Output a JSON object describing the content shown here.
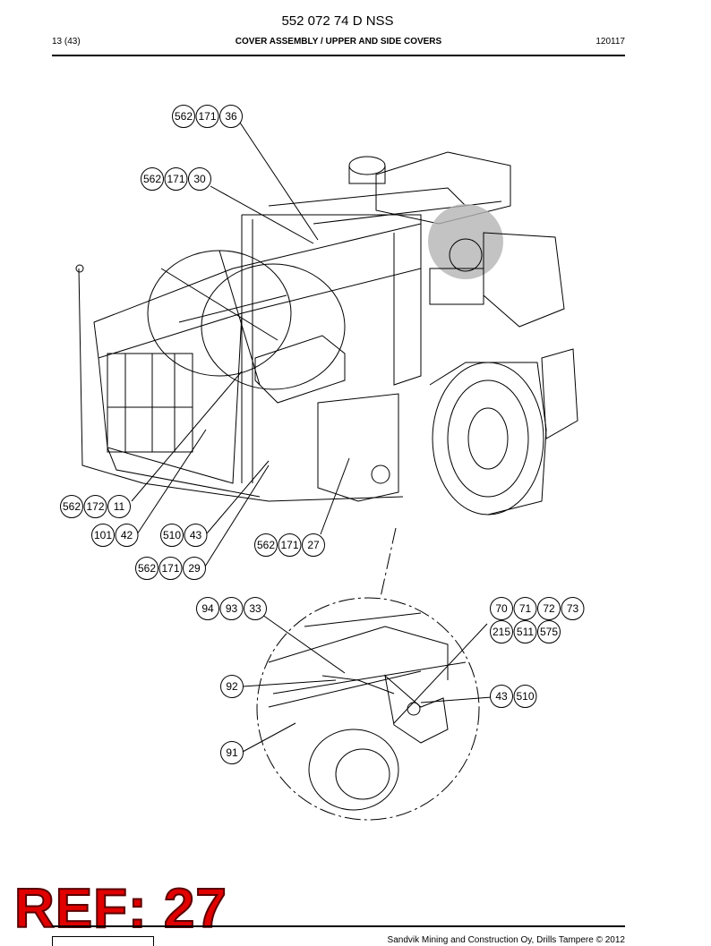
{
  "header": {
    "doc_number": "552 072 74 D NSS",
    "page_ref": "13 (43)",
    "title": "COVER ASSEMBLY / UPPER AND SIDE COVERS",
    "date": "120117"
  },
  "callouts": [
    {
      "id": "c1",
      "parts": [
        "562",
        "171",
        "36"
      ]
    },
    {
      "id": "c2",
      "parts": [
        "562",
        "171",
        "30"
      ]
    },
    {
      "id": "c3",
      "parts": [
        "562",
        "172",
        "11"
      ]
    },
    {
      "id": "c4",
      "parts": [
        "101",
        "42"
      ]
    },
    {
      "id": "c5",
      "parts": [
        "510",
        "43"
      ]
    },
    {
      "id": "c6",
      "parts": [
        "562",
        "171",
        "27"
      ]
    },
    {
      "id": "c7",
      "parts": [
        "562",
        "171",
        "29"
      ]
    },
    {
      "id": "c8",
      "parts": [
        "94",
        "93",
        "33"
      ]
    },
    {
      "id": "c9",
      "parts": [
        "70",
        "71",
        "72",
        "73"
      ]
    },
    {
      "id": "c10",
      "parts": [
        "215",
        "511",
        "575"
      ]
    },
    {
      "id": "c11",
      "parts": [
        "92"
      ]
    },
    {
      "id": "c12",
      "parts": [
        "43",
        "510"
      ]
    },
    {
      "id": "c13",
      "parts": [
        "91"
      ]
    }
  ],
  "stamp": {
    "text": "REF: 27",
    "color": "#e00000"
  },
  "footer": {
    "copyright": "Sandvik Mining and Construction Oy, Drills Tampere © 2012"
  }
}
